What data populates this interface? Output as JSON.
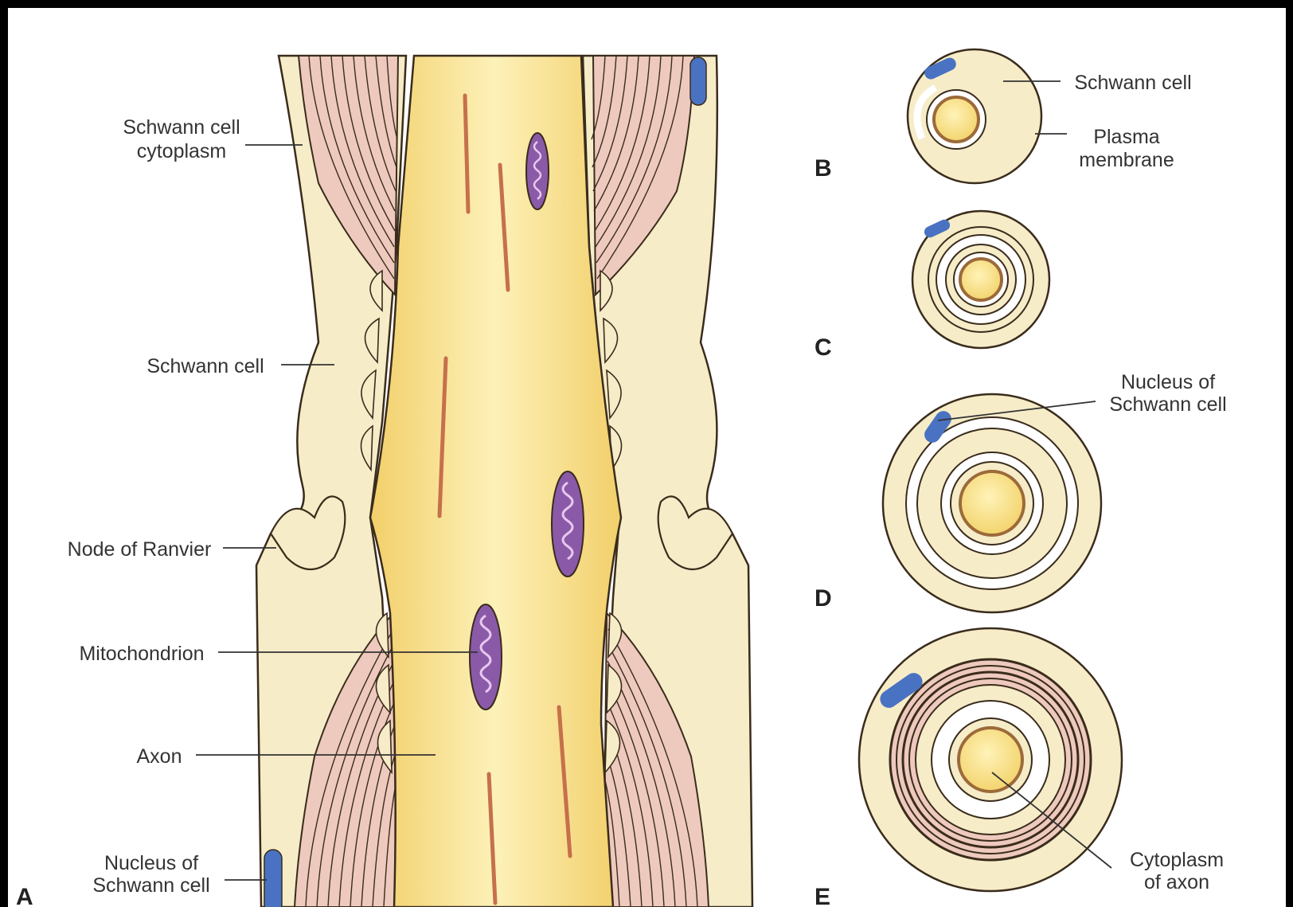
{
  "panels": {
    "a": "A",
    "b": "B",
    "c": "C",
    "d": "D",
    "e": "E"
  },
  "labels_a": {
    "schwann_cytoplasm_1": "Schwann cell",
    "schwann_cytoplasm_2": "cytoplasm",
    "schwann_cell": "Schwann cell",
    "node_of_ranvier": "Node of Ranvier",
    "mitochondrion": "Mitochondrion",
    "axon": "Axon",
    "nucleus_1": "Nucleus of",
    "nucleus_2": "Schwann cell"
  },
  "labels_right": {
    "schwann_cell": "Schwann cell",
    "plasma_1": "Plasma",
    "plasma_2": "membrane",
    "nucleus_1": "Nucleus of",
    "nucleus_2": "Schwann cell",
    "cytoplasm_1": "Cytoplasm",
    "cytoplasm_2": "of axon"
  },
  "colors": {
    "background": "#ffffff",
    "frame": "#000000",
    "axon": "#f7dd8a",
    "schwann": "#f6ecc8",
    "myelin": "#eec9bd",
    "outline": "#3a2c1c",
    "nucleus": "#4a72c2",
    "mitochondrion": "#8a5aa8",
    "filament": "#c6704c"
  }
}
